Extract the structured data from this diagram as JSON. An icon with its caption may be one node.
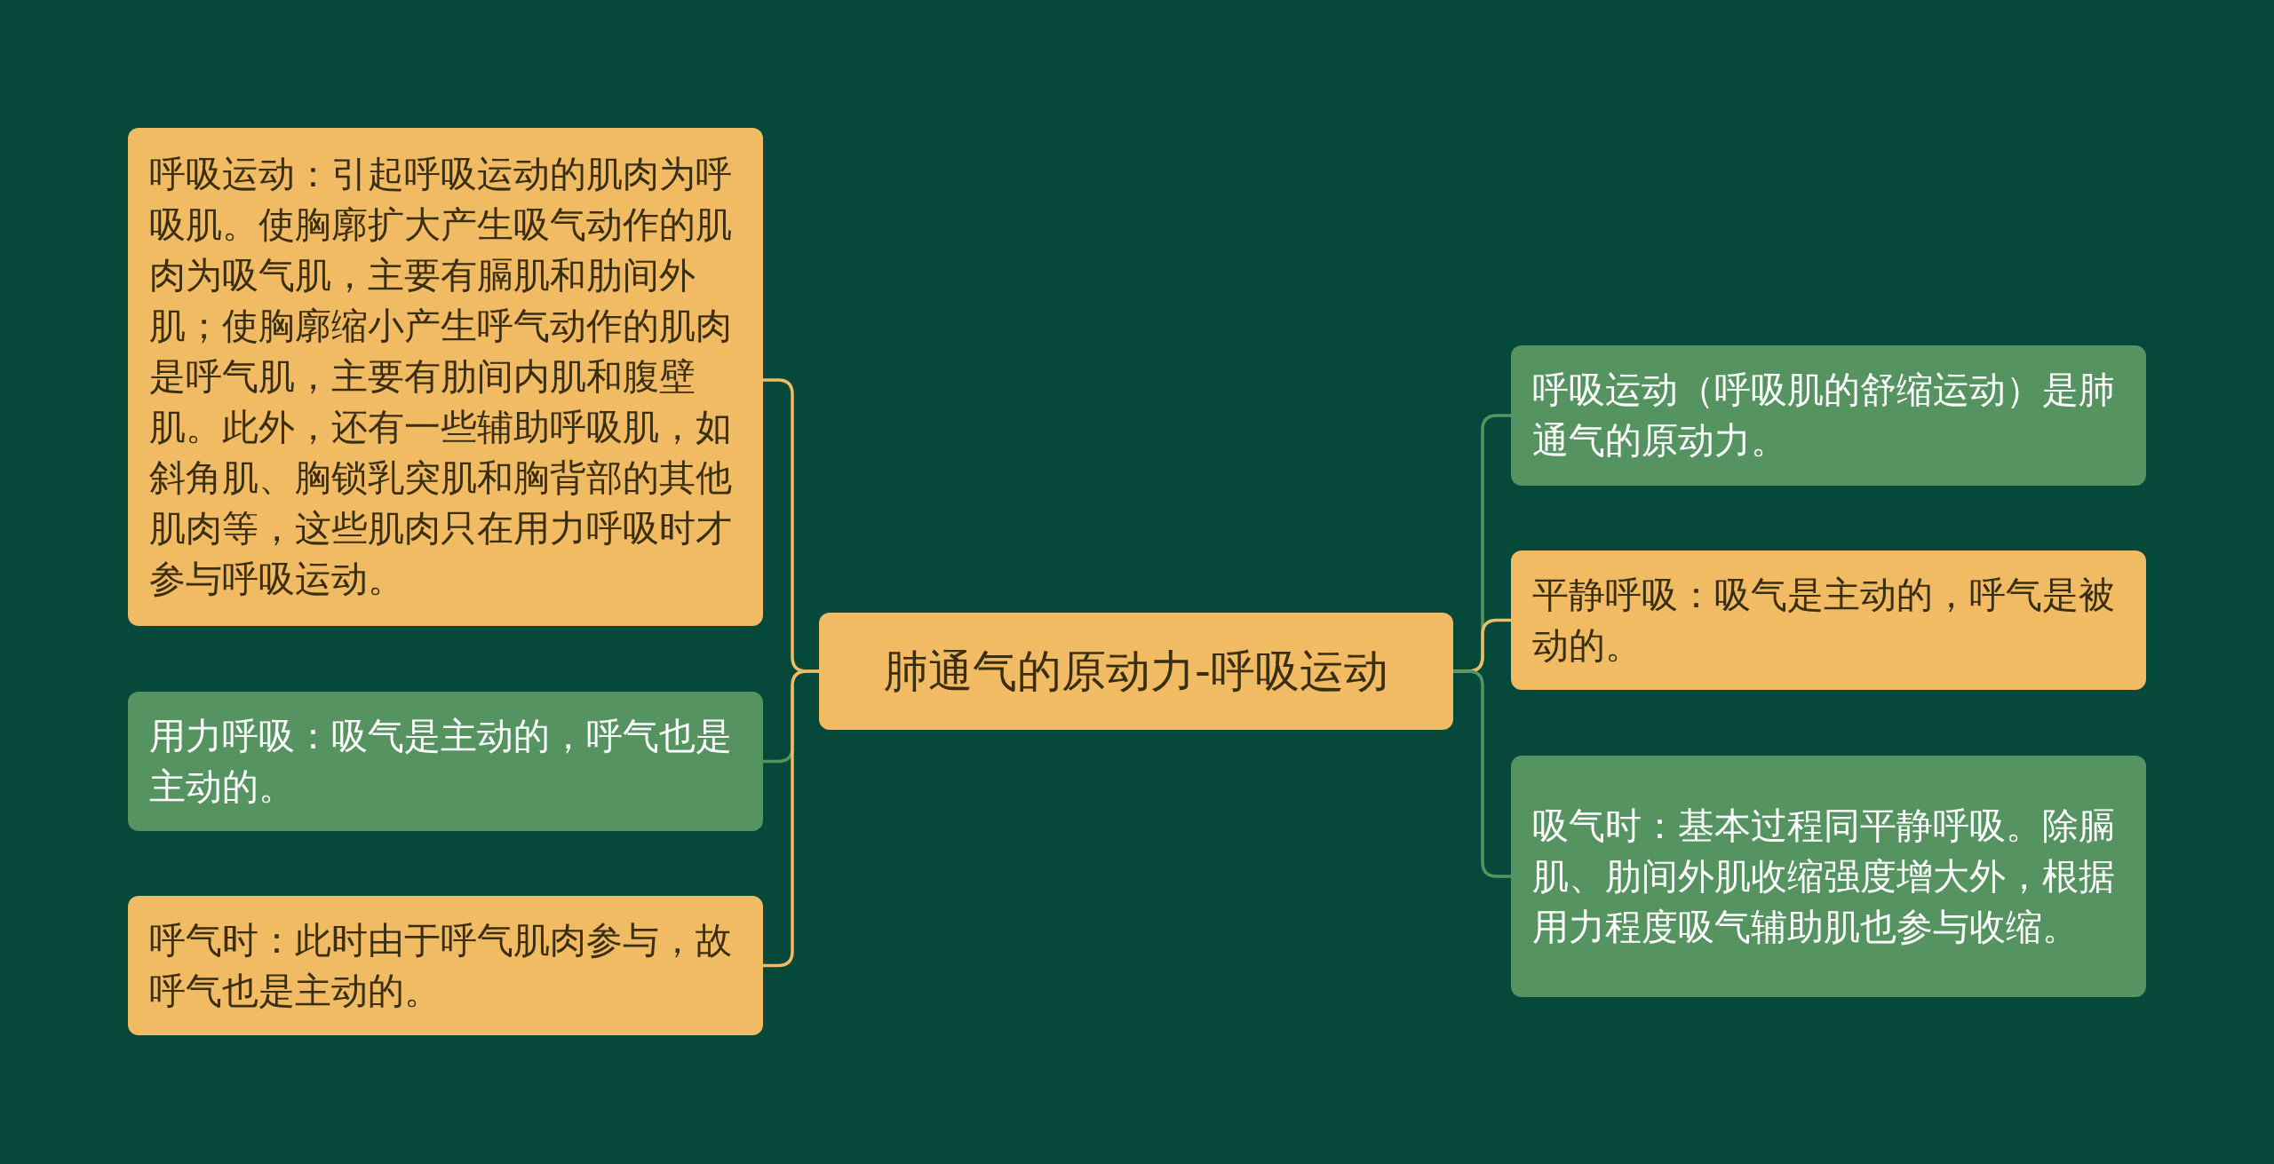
{
  "diagram": {
    "nodes": [
      {
        "text": [
          "肺通气的原动力-呼吸运动"
        ]
      },
      {
        "text": [
          "呼吸运动：引起呼吸运动的肌肉为呼吸肌。使胸廓扩大产生吸气动作的肌肉为吸气肌，主要有膈肌和肋间外肌；使胸廓缩小产生呼气动作的肌肉是呼气肌，主要有肋间内肌和腹壁肌。此外，还有一些辅助呼吸肌，如斜角肌、胸锁乳突肌和胸背部的其他肌肉等，这些肌肉只在用力呼吸时才参与呼吸运动。"
        ]
      },
      {
        "text": [
          "用力呼吸：吸气是主动的，呼气也是主动的。"
        ]
      },
      {
        "text": [
          "呼气时：此时由于呼气肌肉参与，故呼气也是主动的。"
        ]
      },
      {
        "text": [
          "呼吸运动（呼吸肌的舒缩运动）是肺通气的原动力。"
        ]
      },
      {
        "text": [
          "平静呼吸：吸气是主动的，呼气是被动的。"
        ]
      },
      {
        "text": [
          "吸气时：基本过程同平静呼吸。除膈肌、肋间外肌收缩强度增大外，根据用力程度吸气辅助肌也参与收缩。"
        ]
      }
    ],
    "edges": [
      {
        "from": 0,
        "to": 1,
        "arrow": "none"
      },
      {
        "from": 0,
        "to": 2,
        "arrow": "none",
        "color": "#559460"
      },
      {
        "from": 0,
        "to": 3,
        "arrow": "none"
      },
      {
        "from": 0,
        "to": 4,
        "arrow": "none",
        "color": "#559460"
      },
      {
        "from": 0,
        "to": 5,
        "arrow": "none"
      },
      {
        "from": 0,
        "to": 6,
        "arrow": "none",
        "color": "#559460"
      }
    ]
  }
}
